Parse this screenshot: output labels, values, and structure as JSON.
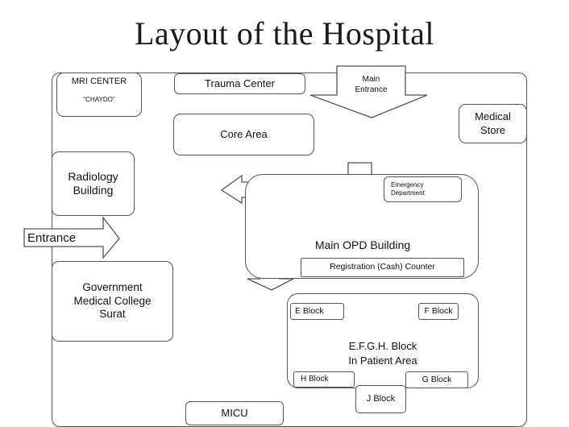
{
  "title": "Layout of  the Hospital",
  "blocks": {
    "mri_center": "MRI CENTER",
    "mri_subtitle": "\"CHAYDO\"",
    "trauma_center": "Trauma Center",
    "main_entrance_line1": "Main",
    "main_entrance_line2": "Entrance",
    "medical_store_line1": "Medical",
    "medical_store_line2": "Store",
    "core_area": "Core Area",
    "radiology_line1": "Radiology",
    "radiology_line2": "Building",
    "entrance": "Entrance",
    "emergency_line1": "Emergency",
    "emergency_line2": "Department",
    "main_opd": "Main OPD Building",
    "registration": "Registration (Cash) Counter",
    "gmc_line1": "Government",
    "gmc_line2": "Medical College",
    "gmc_line3": "Surat",
    "e_block": "E Block",
    "f_block": "F Block",
    "efgh_line1": "E.F.G.H. Block",
    "efgh_line2": "In Patient Area",
    "h_block": "H Block",
    "g_block": "G Block",
    "j_block": "J Block",
    "micu": "MICU"
  },
  "colors": {
    "border": "#555555",
    "arrow_fill": "#ffffff"
  }
}
